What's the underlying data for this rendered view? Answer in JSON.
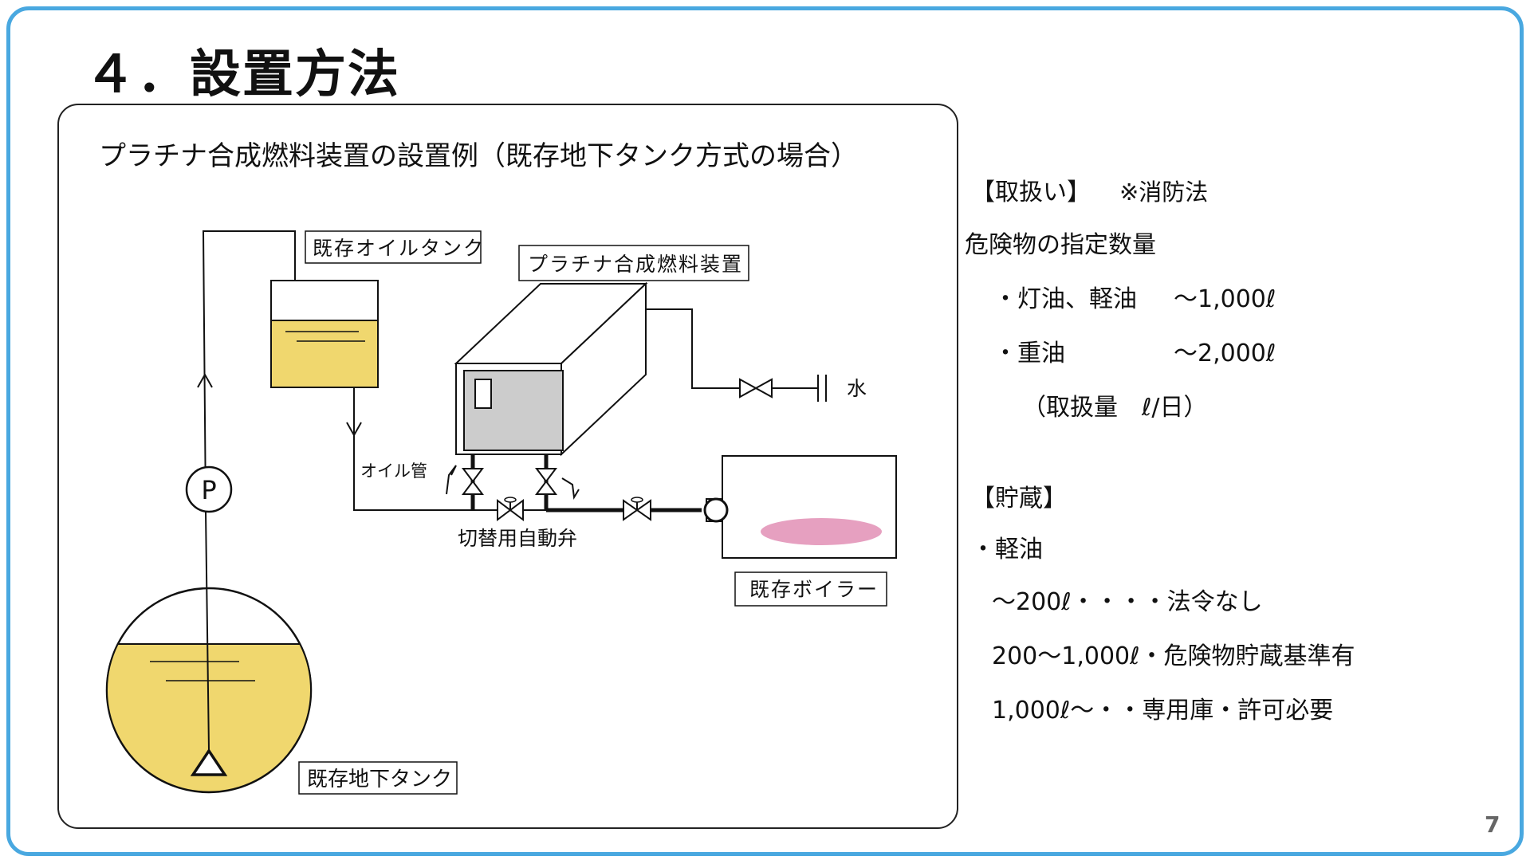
{
  "slide": {
    "title": "４．設置方法",
    "page_number": "7"
  },
  "diagram": {
    "heading": "プラチナ合成燃料装置の設置例（既存地下タンク方式の場合）",
    "labels": {
      "existing_oil_tank": "既存オイルタンク",
      "platinum_device": "プラチナ合成燃料装置",
      "water": "水",
      "oil_pipe": "オイル管",
      "switching_valve": "切替用自動弁",
      "existing_boiler": "既存ボイラー",
      "underground_tank": "既存地下タンク",
      "pump": "P"
    },
    "colors": {
      "fuel": "#f0d76e",
      "flame": "#e6a0c0",
      "device_panel": "#cccccc",
      "frame_border": "#49a8e0"
    }
  },
  "info": {
    "handling": {
      "header": "【取扱い】",
      "law_note": "※消防法",
      "designated_quantity": "危険物の指定数量",
      "items": [
        {
          "label": "・灯油、軽油",
          "value": "〜1,000ℓ"
        },
        {
          "label": "・重油",
          "value": "〜2,000ℓ"
        }
      ],
      "handling_amount": "（取扱量　ℓ/日）"
    },
    "storage": {
      "header": "【貯蔵】",
      "item": "・軽油",
      "rules": [
        "〜200ℓ・・・・法令なし",
        "200〜1,000ℓ・危険物貯蔵基準有",
        "1,000ℓ〜・・専用庫・許可必要"
      ]
    }
  }
}
